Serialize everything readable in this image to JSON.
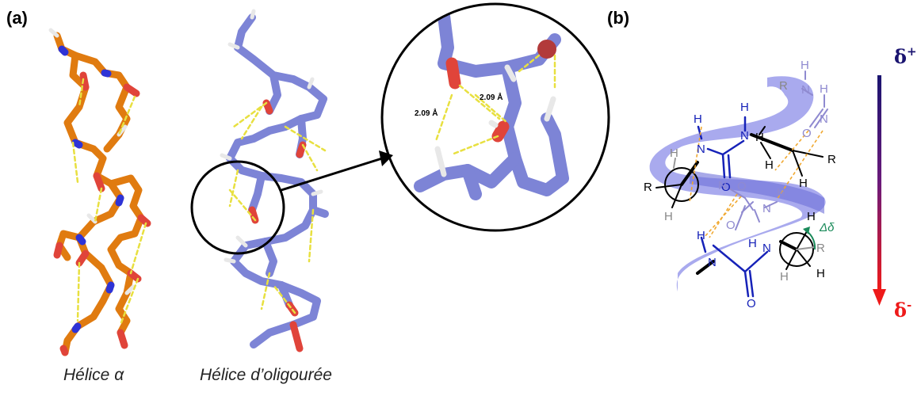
{
  "panels": {
    "a": "(a)",
    "b": "(b)"
  },
  "captions": {
    "alpha_helix": "Hélice α",
    "oligourea_helix": "Hélice d’oligourée"
  },
  "zoom": {
    "distance_1": "2.09 Å",
    "distance_2": "2.09 Å"
  },
  "scheme": {
    "atom_N": "N",
    "atom_H": "H",
    "atom_O": "O",
    "atom_R": "R",
    "delta_delta": "Δδ"
  },
  "polarity": {
    "top": "δ",
    "top_sup": "+",
    "bottom": "δ",
    "bottom_sup": "-"
  },
  "colors": {
    "alpha_helix": "#e07b10",
    "oligourea_helix": "#7d84d6",
    "oxygen": "#e0443a",
    "hbond": "#e8e040",
    "ribbon": "#8c8ee8",
    "scheme_blue": "#1622b8",
    "scheme_faded": "#8f8ad0",
    "hbond_scheme": "#f0a830",
    "delta_green": "#1a8a5a",
    "arrow_top": "#1a1470",
    "arrow_bottom": "#ee1a1a"
  }
}
